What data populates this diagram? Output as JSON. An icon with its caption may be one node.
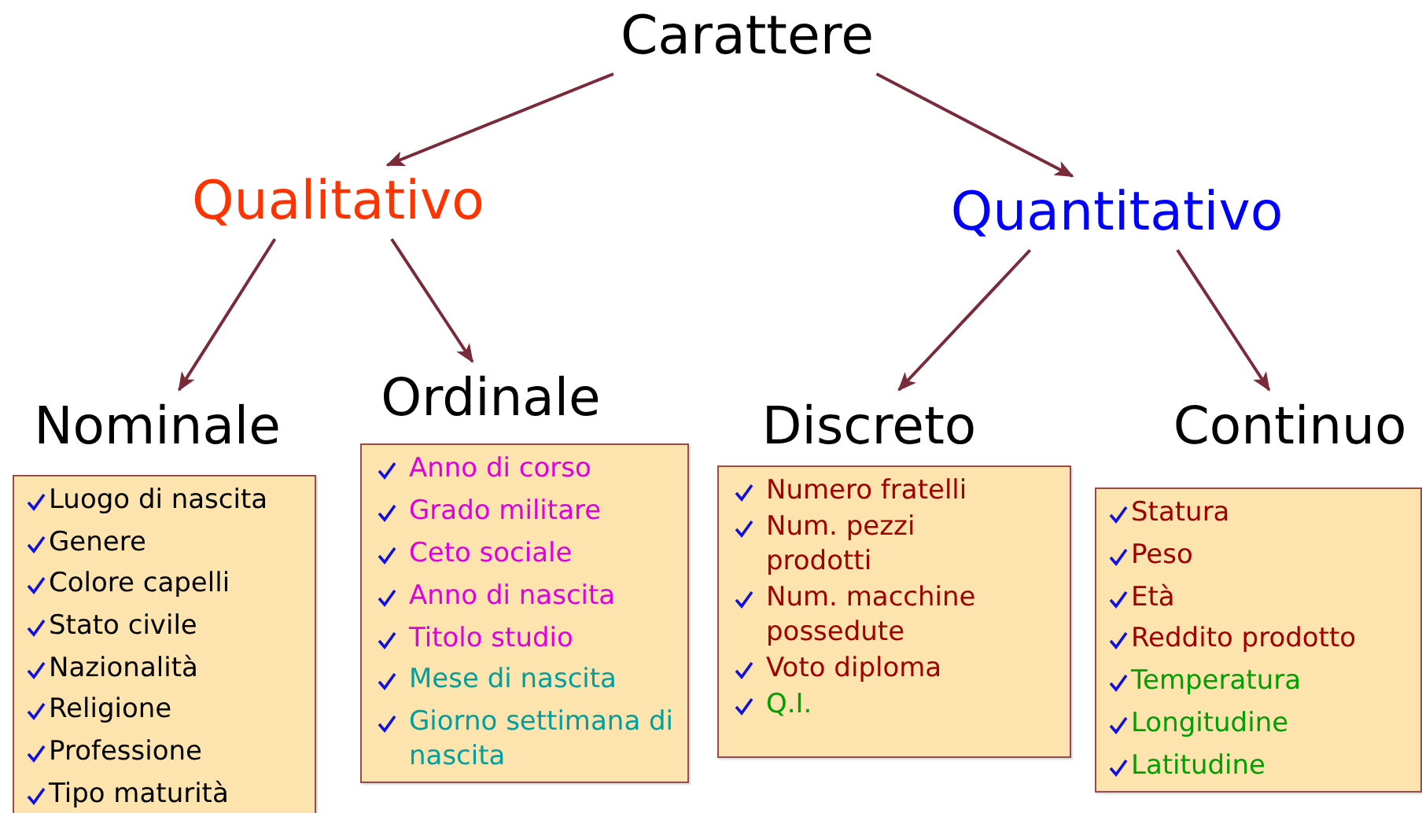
{
  "diagram": {
    "nodes": [
      {
        "text": [
          "Carattere"
        ]
      },
      {
        "text": [
          "Qualitativo"
        ]
      },
      {
        "text": [
          "Quantitativo"
        ]
      },
      {
        "text": [
          "Nominale",
          "Luogo di nascita",
          "Genere",
          "Colore capelli",
          "Stato civile",
          "Nazionalità",
          "Religione",
          "Professione",
          "Tipo maturità"
        ]
      },
      {
        "text": [
          "Ordinale",
          "Anno di corso",
          "Grado militare",
          "Ceto sociale",
          "Anno di nascita",
          "Titolo studio",
          "Mese di nascita",
          "Giorno settimana di nascita"
        ]
      },
      {
        "text": [
          "Discreto",
          "Numero fratelli",
          "Num. pezzi prodotti",
          "Num. macchine possedute",
          "Voto diploma",
          "Q.I."
        ]
      },
      {
        "text": [
          "Continuo",
          "Statura",
          "Peso",
          "Età",
          "Reddito prodotto",
          "Temperatura",
          "Longitudine",
          "Latitudine"
        ]
      }
    ],
    "edges": [
      {
        "from": 0,
        "to": 1,
        "arrow": "to"
      },
      {
        "from": 0,
        "to": 2,
        "arrow": "to"
      },
      {
        "from": 1,
        "to": 3,
        "arrow": "to"
      },
      {
        "from": 1,
        "to": 4,
        "arrow": "to"
      },
      {
        "from": 2,
        "to": 5,
        "arrow": "to"
      },
      {
        "from": 2,
        "to": 6,
        "arrow": "to"
      }
    ]
  }
}
